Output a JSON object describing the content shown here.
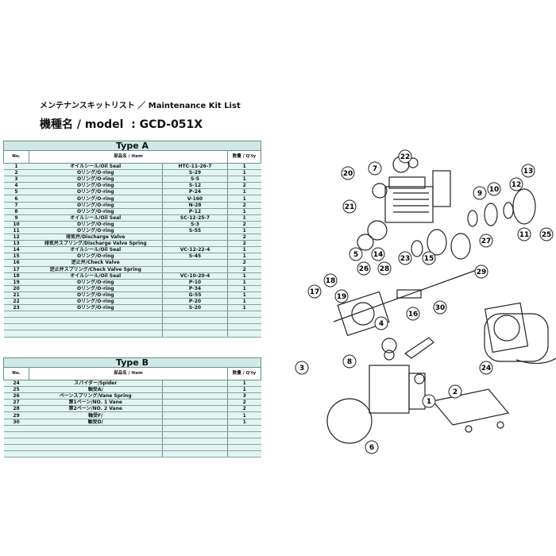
{
  "header": {
    "title": "メンテナンスキットリスト ／ Maintenance Kit List",
    "model_label": "機種名 / model",
    "model_value": ": GCD-051X"
  },
  "columns": {
    "no": "No.",
    "item": "部品名 / Item",
    "qty": "数量 / Q'ty"
  },
  "typeA": {
    "title": "Type A",
    "rows": [
      {
        "no": "1",
        "item": "オイルシール/Oil Seal",
        "spec": "HTC-11-26-7",
        "qty": "1"
      },
      {
        "no": "2",
        "item": "Oリング/O-ring",
        "spec": "S-29",
        "qty": "1"
      },
      {
        "no": "3",
        "item": "Oリング/O-ring",
        "spec": "S-5",
        "qty": "1"
      },
      {
        "no": "4",
        "item": "Oリング/O-ring",
        "spec": "S-12",
        "qty": "2"
      },
      {
        "no": "5",
        "item": "Oリング/O-ring",
        "spec": "P-24",
        "qty": "1"
      },
      {
        "no": "6",
        "item": "Oリング/O-ring",
        "spec": "V-160",
        "qty": "1"
      },
      {
        "no": "7",
        "item": "Oリング/O-ring",
        "spec": "N-28",
        "qty": "2"
      },
      {
        "no": "8",
        "item": "Oリング/O-ring",
        "spec": "P-12",
        "qty": "1"
      },
      {
        "no": "9",
        "item": "オイルシール/Oil Seal",
        "spec": "SC-12-25-7",
        "qty": "1"
      },
      {
        "no": "10",
        "item": "Oリング/O-ring",
        "spec": "S-3",
        "qty": "2"
      },
      {
        "no": "11",
        "item": "Oリング/O-ring",
        "spec": "S-55",
        "qty": "1"
      },
      {
        "no": "12",
        "item": "排気弁/Discharge Valve",
        "spec": "",
        "qty": "2"
      },
      {
        "no": "13",
        "item": "排気弁スプリング/Discharge Valve Spring",
        "spec": "",
        "qty": "2"
      },
      {
        "no": "14",
        "item": "オイルシール/Oil Seal",
        "spec": "VC-12-22-4",
        "qty": "1"
      },
      {
        "no": "15",
        "item": "Oリング/O-ring",
        "spec": "S-45",
        "qty": "1"
      },
      {
        "no": "16",
        "item": "逆止弁/Check Valve",
        "spec": "",
        "qty": "2"
      },
      {
        "no": "17",
        "item": "逆止弁スプリング/Check Valve Spring",
        "spec": "",
        "qty": "2"
      },
      {
        "no": "18",
        "item": "オイルシール/Oil Seal",
        "spec": "VC-10-20-4",
        "qty": "1"
      },
      {
        "no": "19",
        "item": "Oリング/O-ring",
        "spec": "P-10",
        "qty": "1"
      },
      {
        "no": "20",
        "item": "Oリング/O-ring",
        "spec": "P-34",
        "qty": "1"
      },
      {
        "no": "21",
        "item": "Oリング/O-ring",
        "spec": "G-55",
        "qty": "1"
      },
      {
        "no": "22",
        "item": "Oリング/O-ring",
        "spec": "P-20",
        "qty": "1"
      },
      {
        "no": "23",
        "item": "Oリング/O-ring",
        "spec": "S-20",
        "qty": "1"
      }
    ]
  },
  "typeB": {
    "title": "Type B",
    "rows": [
      {
        "no": "24",
        "item": "スパイダー/Spider",
        "spec": "",
        "qty": "1"
      },
      {
        "no": "25",
        "item": "軸受A/",
        "spec": "",
        "qty": "1"
      },
      {
        "no": "26",
        "item": "ベーンスプリング/Vane Spring",
        "spec": "",
        "qty": "3"
      },
      {
        "no": "27",
        "item": "第1ベーン/NO. 1 Vane",
        "spec": "",
        "qty": "2"
      },
      {
        "no": "28",
        "item": "第2ベーン/NO. 2 Vane",
        "spec": "",
        "qty": "2"
      },
      {
        "no": "29",
        "item": "軸受F/",
        "spec": "",
        "qty": "1"
      },
      {
        "no": "30",
        "item": "軸受D/",
        "spec": "",
        "qty": "1"
      }
    ]
  },
  "diagram_labels": [
    "20",
    "7",
    "22",
    "13",
    "12",
    "10",
    "9",
    "21",
    "11",
    "25",
    "27",
    "5",
    "14",
    "15",
    "23",
    "26",
    "28",
    "18",
    "19",
    "17",
    "29",
    "30",
    "16",
    "3",
    "8",
    "4",
    "1",
    "2",
    "24",
    "6"
  ]
}
